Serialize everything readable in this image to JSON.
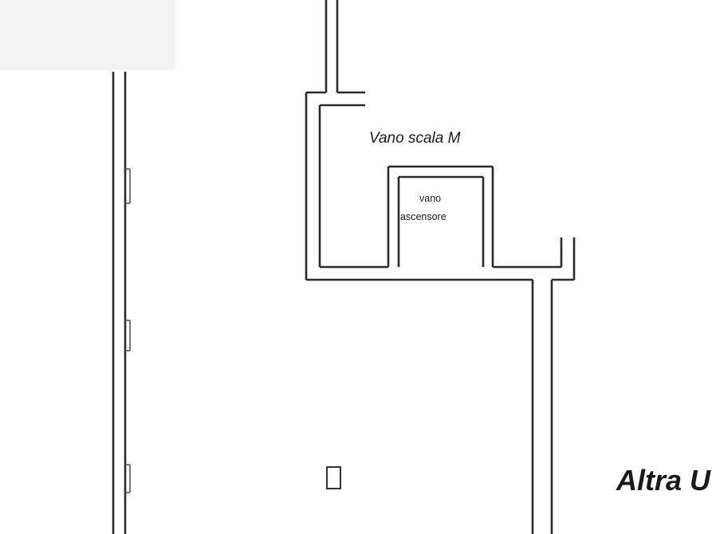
{
  "floor_plan": {
    "rooms": {
      "stair_shaft": {
        "label": "Vano scala M"
      },
      "lift_shaft": {
        "label_line1": "vano",
        "label_line2": "ascensore"
      },
      "other_unit": {
        "label": "Altra U"
      }
    },
    "colors": {
      "wall": "#2a2a2a",
      "background": "#ffffff",
      "smudge": "#f2f2f2"
    }
  }
}
